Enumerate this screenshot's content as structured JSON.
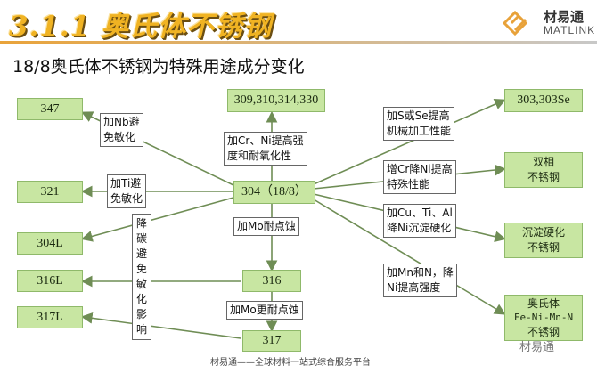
{
  "header": {
    "title": "3.1.1 奥氏体不锈钢",
    "logo_cn": "材易通",
    "logo_en": "MATLINK"
  },
  "subtitle": "18/8奥氏体不锈钢为特殊用途成分变化",
  "nodes": {
    "center": "304（18/8）",
    "top": "309,310,314,330",
    "n316": "316",
    "n317": "317",
    "n347": "347",
    "n321": "321",
    "n304L": "304L",
    "n316L": "316L",
    "n317L": "317L",
    "n303": "303,303Se",
    "duplex": "双相\n不锈钢",
    "ph": "沉淀硬化\n不锈钢",
    "fenimn_1": "奥氏体",
    "fenimn_2": "Fe-Ni-Mn-N",
    "fenimn_3": "不锈钢"
  },
  "labels": {
    "nb": "加Nb避\n免敏化",
    "ti": "加Ti避\n免敏化",
    "lowc": "降碳避免敏化影响",
    "crni": "加Cr、Ni提高强\n度和耐氧化性",
    "mo": "加Mo耐点蚀",
    "mo2": "加Mo更耐点蚀",
    "sse": "加S或Se提高\n机械加工性能",
    "crni2": "增Cr降Ni提高\n特殊性能",
    "cutial": "加Cu、Ti、Al\n降Ni沉淀硬化",
    "mnn": "加Mn和N，降\nNi提高强度"
  },
  "footer": "材易通——全球材料一站式综合服务平台",
  "watermark": "材易通",
  "colors": {
    "title": "#f0b323",
    "box_fill": "#c8e6a2",
    "box_border": "#8fb96a",
    "line": "#6f8d55"
  }
}
